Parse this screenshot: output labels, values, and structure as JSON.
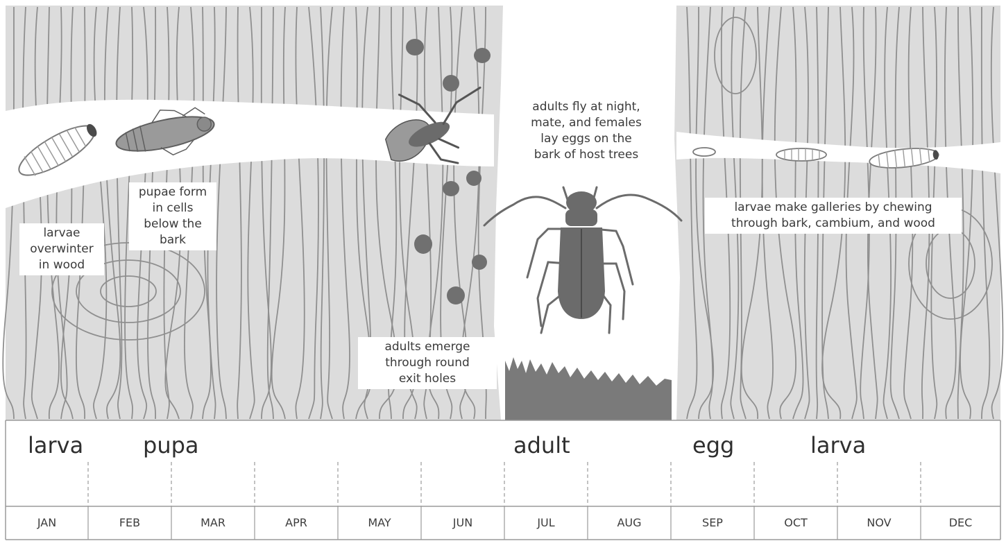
{
  "colors": {
    "wood": "#dcdcdc",
    "grain": "#8f8f8f",
    "insect": "#6b6b6b",
    "hole": "#707070",
    "grass": "#7a7a7a",
    "text": "#3a3a3a"
  },
  "labels": {
    "larvae_overwinter": [
      "larvae",
      "overwinter",
      "in wood"
    ],
    "pupae_form": [
      "pupae form",
      "in cells",
      "below the",
      "bark"
    ],
    "adults_emerge": [
      "adults emerge",
      "through round",
      "exit holes"
    ],
    "adults_fly": [
      "adults fly at night,",
      "mate, and females",
      "lay eggs on the",
      "bark of host trees"
    ],
    "larvae_galleries": [
      "larvae make galleries by chewing",
      "through bark, cambium, and wood"
    ]
  },
  "stages": [
    "larva",
    "pupa",
    "adult",
    "egg",
    "larva"
  ],
  "months": [
    "JAN",
    "FEB",
    "MAR",
    "APR",
    "MAY",
    "JUN",
    "JUL",
    "AUG",
    "SEP",
    "OCT",
    "NOV",
    "DEC"
  ],
  "icons": {
    "larva": "larva-icon",
    "pupa": "pupa-icon",
    "beetle": "beetle-icon",
    "egg": "egg-icon",
    "exit_hole": "exit-hole-icon",
    "grass": "grass-icon"
  }
}
